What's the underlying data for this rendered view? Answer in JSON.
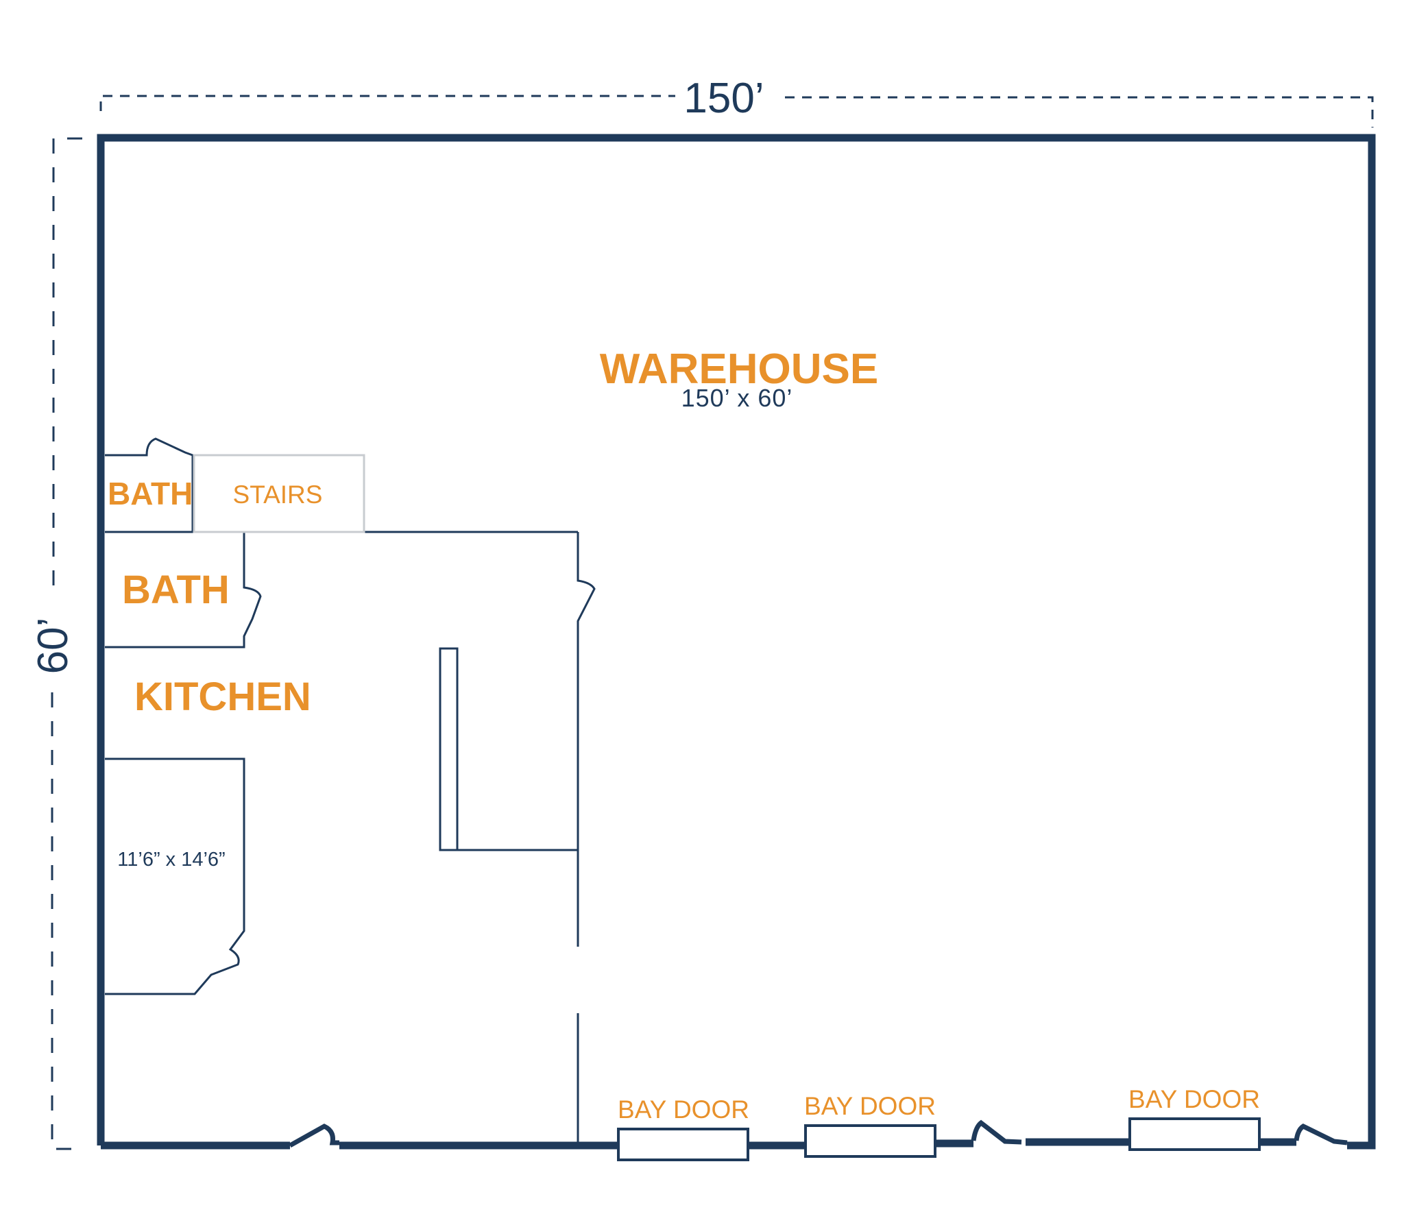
{
  "dimensions": {
    "width_label": "150’",
    "height_label": "60’"
  },
  "rooms": {
    "warehouse": {
      "label": "WAREHOUSE",
      "size": "150’ x 60’"
    },
    "bath_upper": {
      "label": "BATH"
    },
    "stairs": {
      "label": "STAIRS"
    },
    "bath_lower": {
      "label": "BATH"
    },
    "kitchen": {
      "label": "KITCHEN"
    },
    "office": {
      "size": "11’6” x 14’6”"
    }
  },
  "bay_doors": [
    {
      "label": "BAY DOOR"
    },
    {
      "label": "BAY DOOR"
    },
    {
      "label": "BAY DOOR"
    }
  ],
  "colors": {
    "wall": "#1F3A5A",
    "label_accent": "#E8912B",
    "stairs_outline": "#C8CCD0",
    "background": "#FFFFFF"
  }
}
